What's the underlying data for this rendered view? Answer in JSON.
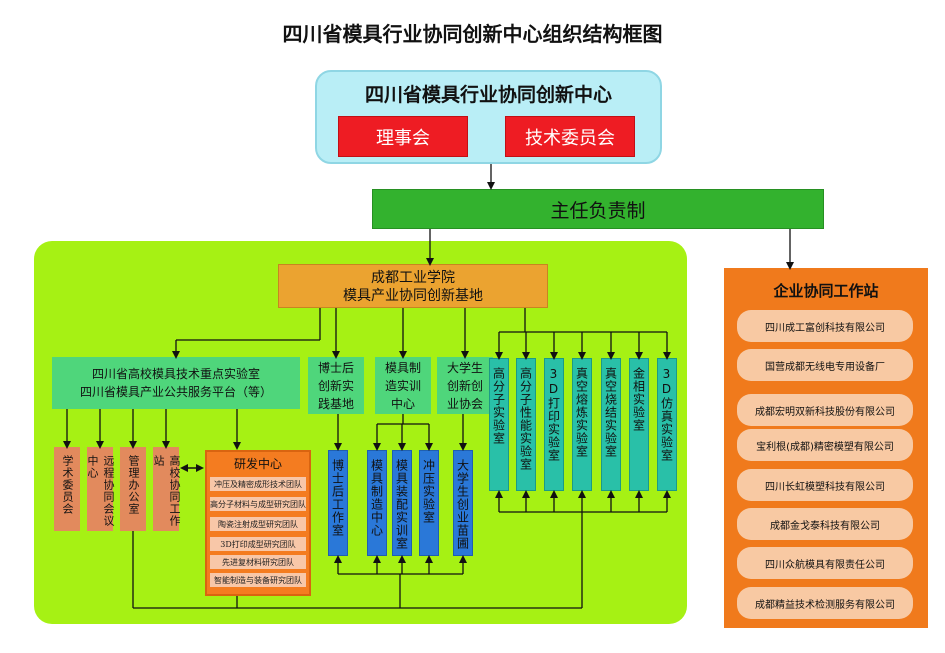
{
  "title": "四川省模具行业协同创新中心组织结构框图",
  "center": {
    "name": "四川省模具行业协同创新中心",
    "council": "理事会",
    "tech_committee": "技术委员会"
  },
  "director": "主任负责制",
  "base": {
    "line1": "成都工业学院",
    "line2": "模具产业协同创新基地"
  },
  "platform": {
    "line1": "四川省高校模具技术重点实验室",
    "line2": "四川省模具产业公共服务平台（等）"
  },
  "admin_units": [
    "学术委员会",
    "远程协同会议中心",
    "管理办公室",
    "高校协同工作站"
  ],
  "rd_center": {
    "title": "研发中心",
    "teams": [
      "冲压及精密成形技术团队",
      "高分子材料与成型研究团队",
      "陶瓷注射成型研究团队",
      "3D打印成型研究团队",
      "先进复材料研究团队",
      "智能制造与装备研究团队"
    ]
  },
  "mid_units": [
    {
      "line1": "博士后",
      "line2": "创新实",
      "line3": "践基地"
    },
    {
      "line1": "模具制",
      "line2": "造实训",
      "line3": "中心"
    },
    {
      "line1": "大学生",
      "line2": "创新创",
      "line3": "业协会"
    }
  ],
  "blue_units": [
    "博士后工作室",
    "模具制造中心",
    "模具装配实训室",
    "冲压实验室",
    "大学生创业苗圃"
  ],
  "labs": [
    "高分子实验室",
    "高分子性能实验室",
    "3D打印实验室",
    "真空熔炼实验室",
    "真空烧结实验室",
    "金相实验室",
    "3D仿真实验室"
  ],
  "enterprise": {
    "title": "企业协同工作站",
    "items": [
      "四川成工富创科技有限公司",
      "国营成都无线电专用设备厂",
      "成都宏明双新科技股份有限公司",
      "宝利根(成都)精密模塑有限公司",
      "四川长虹模塑科技有限公司",
      "成都金戈泰科技有限公司",
      "四川众航模具有限责任公司",
      "成都精益技术检测服务有限公司"
    ]
  }
}
